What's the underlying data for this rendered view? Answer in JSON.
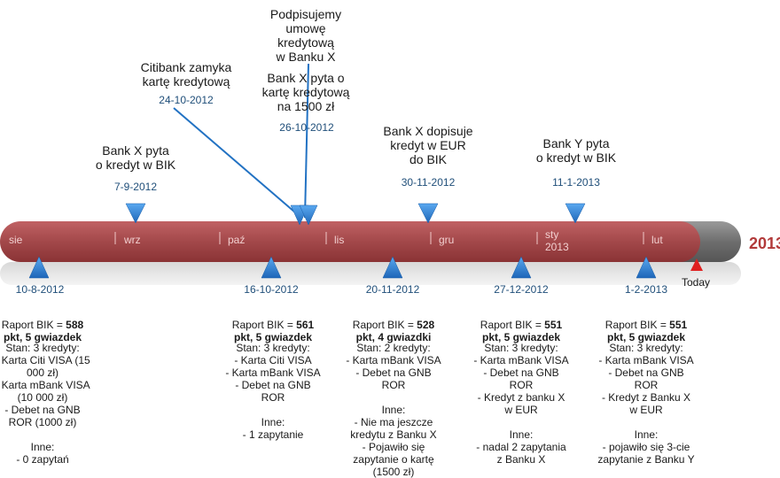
{
  "year_label": "2013",
  "today_label": "Today",
  "months": [
    {
      "label": "sie"
    },
    {
      "label": "wrz"
    },
    {
      "label": "paź"
    },
    {
      "label": "lis"
    },
    {
      "label": "gru"
    },
    {
      "label": "sty\n2013"
    },
    {
      "label": "lut"
    }
  ],
  "events_top": [
    {
      "title": "Bank X pyta\no kredyt w BIK",
      "date": "7-9-2012"
    },
    {
      "title": "Citibank zamyka\nkartę kredytową",
      "date": "24-10-2012"
    },
    {
      "title": "Podpisujemy\numowę\nkredytową\nw Banku X",
      "date": ""
    },
    {
      "title": "Bank X pyta o\nkartę kredytową\nna 1500 zł",
      "date": "26-10-2012"
    },
    {
      "title": "Bank X dopisuje\nkredyt w EUR\ndo BIK",
      "date": "30-11-2012"
    },
    {
      "title": "Bank Y pyta\no kredyt w BIK",
      "date": "11-1-2013"
    }
  ],
  "events_bottom": [
    {
      "date": "10-8-2012",
      "head": "Raport BIK = ",
      "score": "588",
      "stars": "pkt, 5 gwiazdek",
      "body": "Stan: 3 kredyty:\n- Karta Citi VISA (15\n000 zł)\n- Karta mBank VISA\n(10 000 zł)\n- Debet na GNB\nROR (1000 zł)\n\nInne:\n- 0 zapytań"
    },
    {
      "date": "16-10-2012",
      "head": "Raport BIK = ",
      "score": "561",
      "stars": "pkt, 5 gwiazdek",
      "body": "Stan: 3 kredyty:\n- Karta Citi VISA\n- Karta mBank VISA\n- Debet na GNB\nROR\n\nInne:\n- 1 zapytanie"
    },
    {
      "date": "20-11-2012",
      "head": "Raport BIK = ",
      "score": "528",
      "stars": "pkt, 4 gwiazdki",
      "body": "Stan: 2 kredyty:\n- Karta mBank VISA\n- Debet na GNB\nROR\n\nInne:\n- Nie ma jeszcze\nkredytu z Banku X\n- Pojawiło się\nzapytanie o kartę\n(1500 zł)"
    },
    {
      "date": "27-12-2012",
      "head": "Raport BIK = ",
      "score": "551",
      "stars": "pkt, 5 gwiazdek",
      "body": "Stan: 3 kredyty:\n- Karta mBank VISA\n- Debet na GNB\nROR\n- Kredyt z banku X\nw EUR\n\nInne:\n- nadal 2 zapytania\nz Banku X"
    },
    {
      "date": "1-2-2013",
      "head": "Raport BIK = ",
      "score": "551",
      "stars": "pkt, 5 gwiazdek",
      "body": "Stan: 3 kredyty:\n- Karta mBank VISA\n- Debet na GNB\nROR\n- Kredyt z Banku X\nw EUR\n\nInne:\n- pojawiło się 3-cie\nzapytanie z Banku Y"
    }
  ],
  "colors": {
    "bar": "#a84a4c",
    "bar_end": "#777777",
    "marker": "#2e7fd1",
    "today": "#e02020"
  }
}
